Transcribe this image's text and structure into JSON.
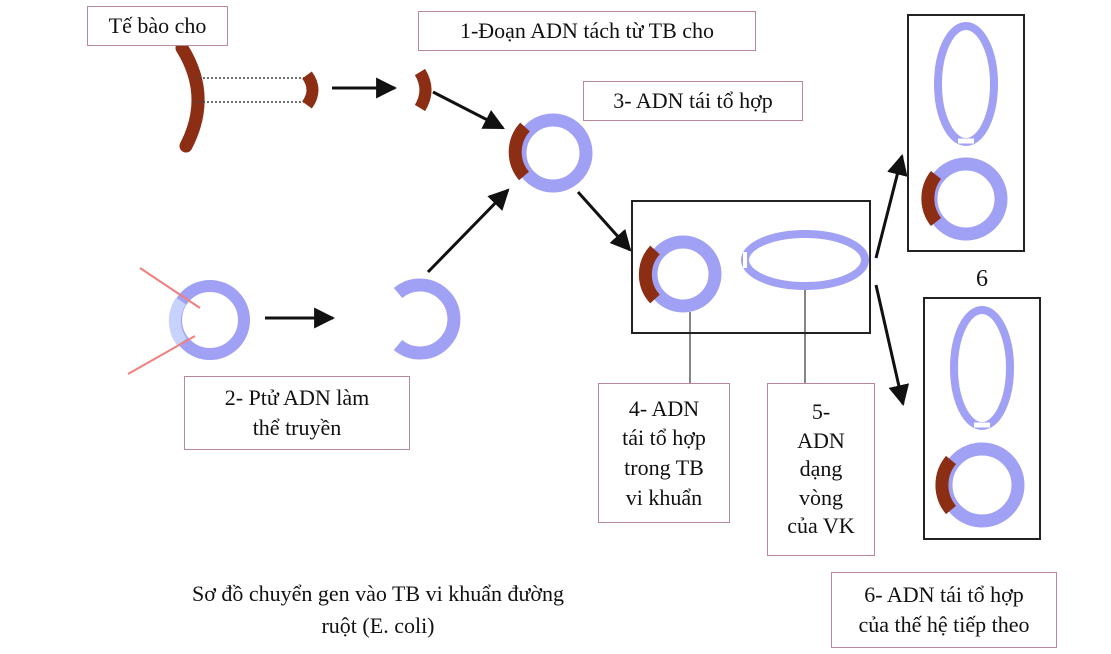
{
  "labels": {
    "donor_cell": "Tế bào cho",
    "step1": "1-Đoạn ADN tách từ TB cho",
    "step2": "2- Ptử ADN làm\nthể truyền",
    "step3": "3- ADN tái tổ hợp",
    "step4": "4- ADN\ntái tổ hợp\ntrong TB\nvi khuẩn",
    "step5": "5-\nADN\ndạng\nvòng\ncủa VK",
    "step6": "6- ADN tái tổ hợp\ncủa thế hệ tiếp theo",
    "six": "6"
  },
  "caption": "Sơ đồ chuyển gen vào TB vi khuẩn đường\nruột (E. coli)",
  "colors": {
    "plasmid": "#a0a0f5",
    "dna_segment": "#8b2e14",
    "cut_line": "#f08080",
    "arrow": "#111111",
    "box_border": "#222222",
    "label_border": "#b98a94"
  }
}
